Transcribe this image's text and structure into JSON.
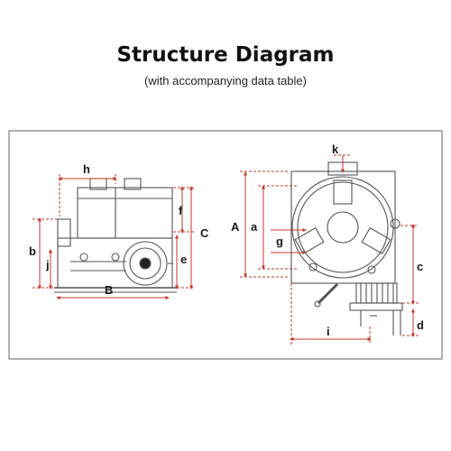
{
  "header": {
    "title": "Structure Diagram",
    "subtitle": "(with accompanying data table)"
  },
  "diagram": {
    "dimension_labels": {
      "h": "h",
      "f": "f",
      "C": "C",
      "e": "e",
      "b": "b",
      "j": "j",
      "B": "B",
      "A": "A",
      "a": "a",
      "g": "g",
      "k": "k",
      "c": "c",
      "d": "d",
      "i": "i"
    },
    "colors": {
      "outline": "#555555",
      "dimension": "#c0392b",
      "text": "#1a1a1a"
    }
  }
}
